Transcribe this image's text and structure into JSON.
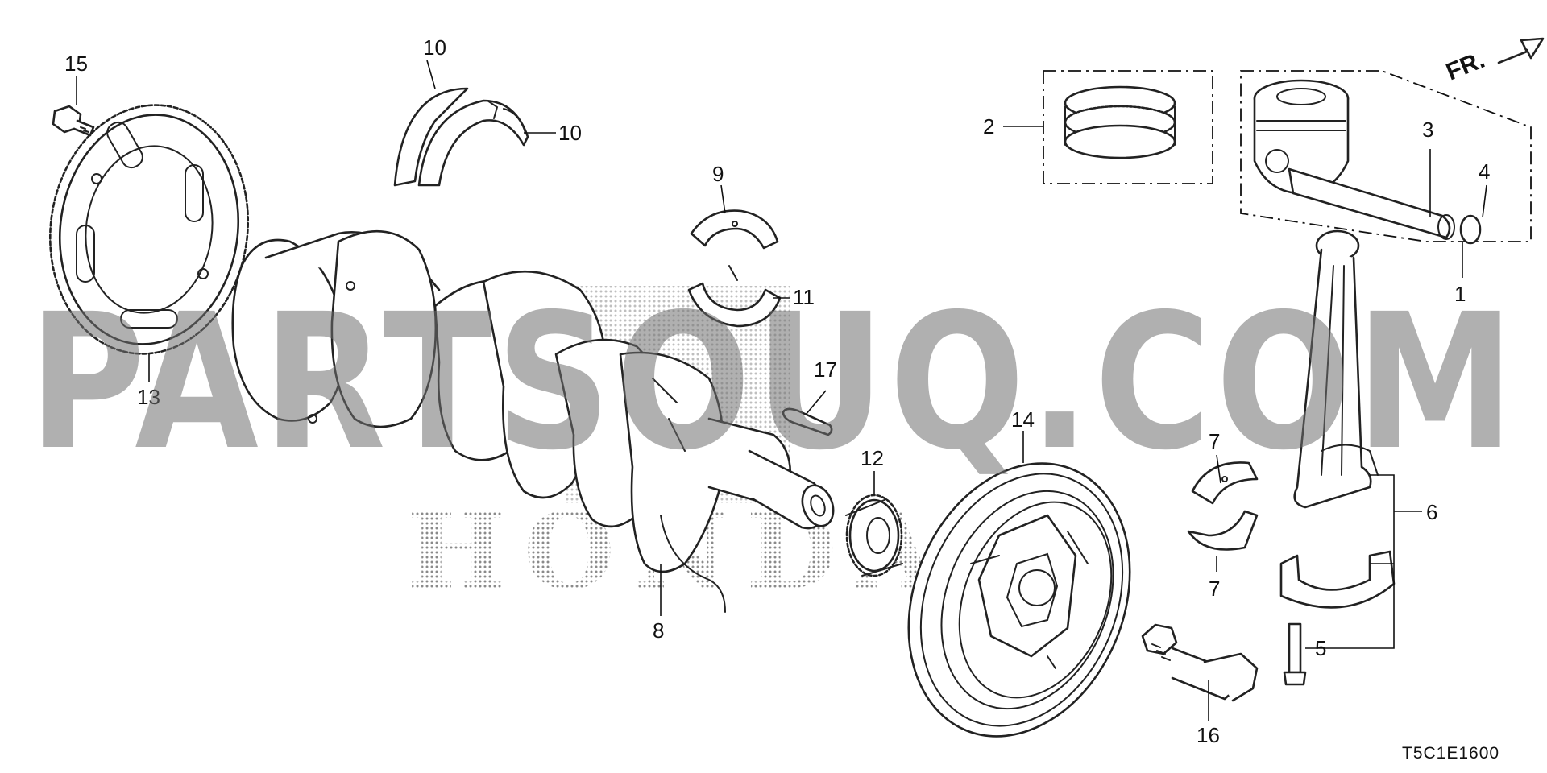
{
  "watermark": {
    "text": "PARTSOUQ.COM",
    "brand": "HONDA"
  },
  "direction_label": "FR.",
  "diagram_code": "T5C1E1600",
  "callouts": {
    "c1": "1",
    "c2": "2",
    "c3": "3",
    "c4": "4",
    "c5": "5",
    "c6": "6",
    "c7a": "7",
    "c7b": "7",
    "c8": "8",
    "c9": "9",
    "c10a": "10",
    "c10b": "10",
    "c11": "11",
    "c12": "12",
    "c13": "13",
    "c14": "14",
    "c15": "15",
    "c16": "16",
    "c17": "17"
  },
  "colors": {
    "ink": "#111111",
    "watermark": "#6f6f6f"
  }
}
